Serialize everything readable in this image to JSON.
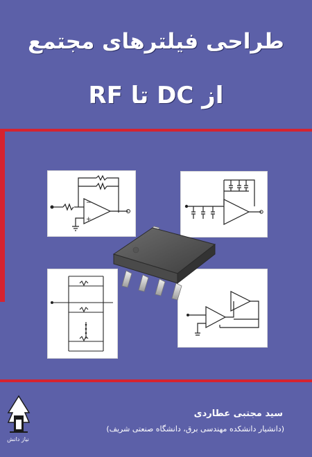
{
  "cover": {
    "title": "طراحی فیلترهای مجتمع",
    "subtitle": "از DC تا RF",
    "author": "سید مجتبی عطاردی",
    "affiliation": "(دانشیار دانشکده مهندسی برق، دانشگاه صنعتی شریف)",
    "publisher": "نیاز دانش"
  },
  "colors": {
    "background": "#5c60a8",
    "accent_red": "#d6232f",
    "panel": "#ffffff",
    "chip": "#555555"
  },
  "icons": {
    "publisher_logo": "publisher-logo-icon",
    "chip": "ic-chip-icon"
  }
}
